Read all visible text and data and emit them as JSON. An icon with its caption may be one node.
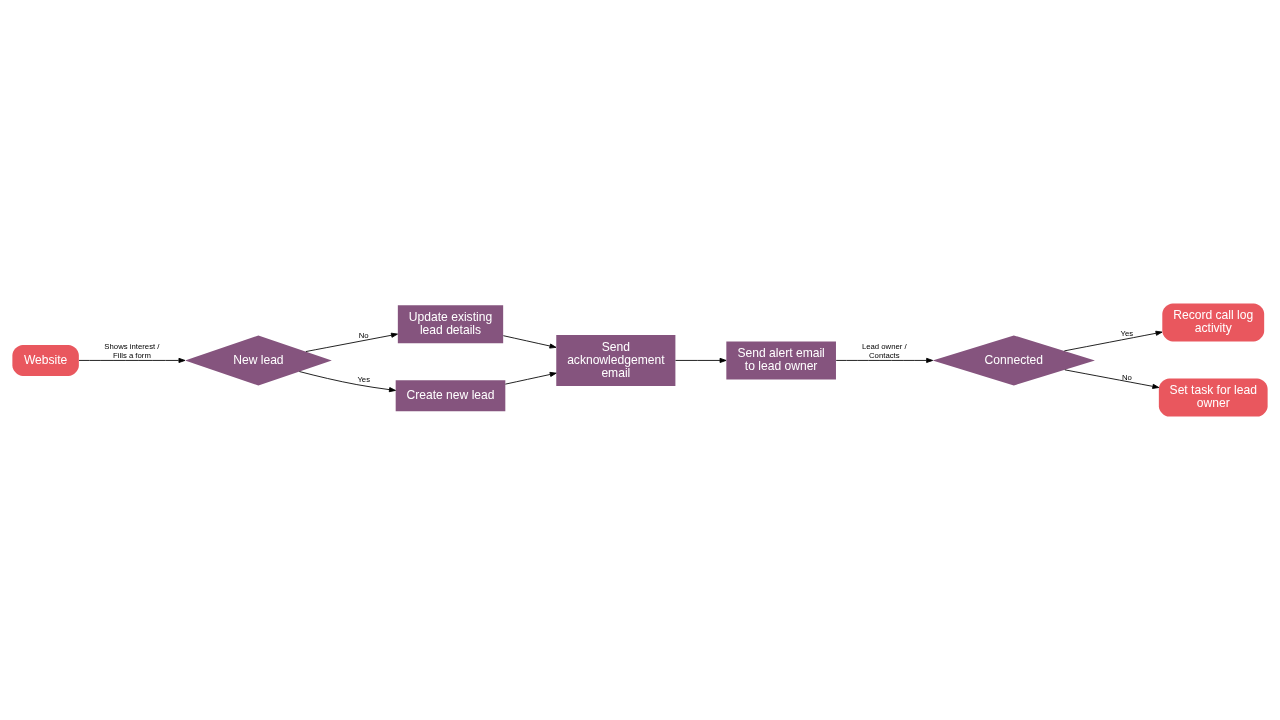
{
  "diagram": {
    "nodes": [
      {
        "text": [
          "Website"
        ]
      },
      {
        "text": [
          "New lead"
        ]
      },
      {
        "text": [
          "Update existing lead details"
        ]
      },
      {
        "text": [
          "Create new lead"
        ]
      },
      {
        "text": [
          "Send acknowledgement email"
        ]
      },
      {
        "text": [
          "Send alert email to lead owner"
        ]
      },
      {
        "text": [
          "Connected"
        ]
      },
      {
        "text": [
          "Record call log activity"
        ]
      },
      {
        "text": [
          "Set task for lead owner"
        ]
      }
    ],
    "edges": [
      {
        "from": 0,
        "to": 1,
        "arrow": "to",
        "label": "Shows interest / Fills a form"
      },
      {
        "from": 1,
        "to": 2,
        "arrow": "to",
        "label": "No"
      },
      {
        "from": 1,
        "to": 3,
        "arrow": "to",
        "label": "Yes"
      },
      {
        "from": 3,
        "to": 4,
        "arrow": "to"
      },
      {
        "from": 2,
        "to": 4,
        "arrow": "to"
      },
      {
        "from": 4,
        "to": 5,
        "arrow": "to"
      },
      {
        "from": 5,
        "to": 6,
        "arrow": "to",
        "label": "Lead owner / Contacts"
      },
      {
        "from": 6,
        "to": 7,
        "arrow": "to",
        "label": "Yes"
      },
      {
        "from": 6,
        "to": 8,
        "arrow": "to",
        "label": "No"
      }
    ]
  }
}
